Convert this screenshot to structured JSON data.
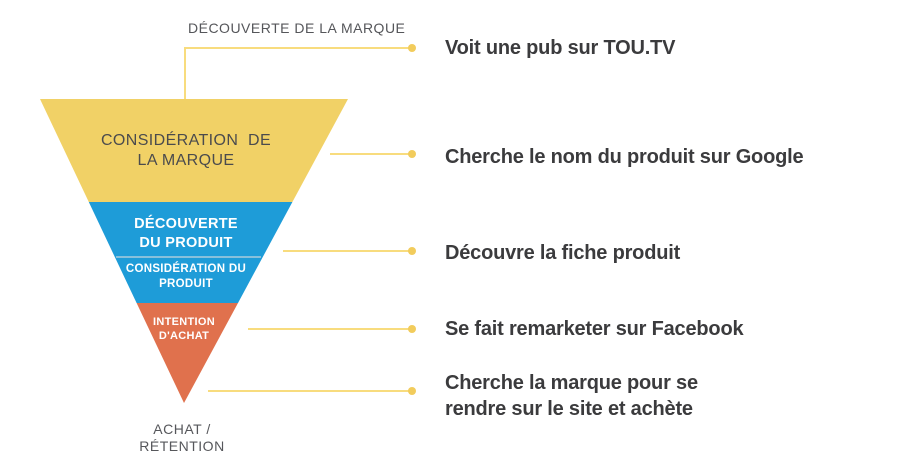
{
  "colors": {
    "funnel_yellow": "#F1D166",
    "funnel_blue": "#1E9CD8",
    "funnel_orange": "#E0714D",
    "connector_line": "#F8DC7E",
    "connector_dot": "#F2CC5C",
    "blue_divider": "#AACBDC",
    "annotation_text": "#3B3B3D",
    "outer_label_gray": "#55565A",
    "brand_stage_text": "#4B4B4D",
    "stage_text_white": "#FFFFFF"
  },
  "funnel": {
    "top_label": "DÉCOUVERTE DE LA MARQUE",
    "stage_brand_consideration": "CONSIDÉRATION  DE\nLA MARQUE",
    "stage_product_discovery": "DÉCOUVERTE\nDU PRODUIT",
    "stage_product_consideration": "CONSIDÉRATION DU\nPRODUIT",
    "stage_purchase_intent": "INTENTION\nD'ACHAT",
    "bottom_label": "ACHAT /\nRÉTENTION"
  },
  "annotations": [
    "Voit une pub sur TOU.TV",
    "Cherche le nom du produit sur Google",
    "Découvre la fiche produit",
    "Se fait remarketer sur Facebook",
    "Cherche la marque pour se\nrendre sur le site et achète"
  ]
}
